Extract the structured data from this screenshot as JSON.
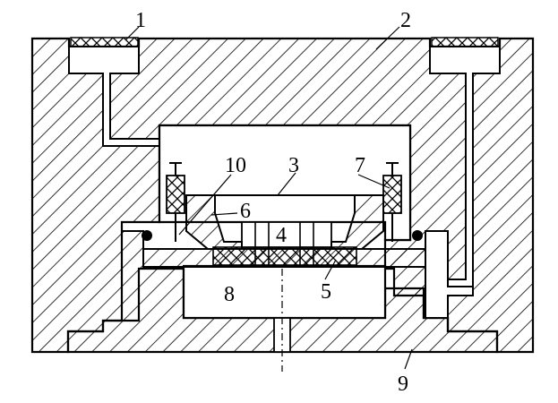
{
  "callouts": [
    {
      "id": "1",
      "text": "1"
    },
    {
      "id": "2",
      "text": "2"
    },
    {
      "id": "3",
      "text": "3"
    },
    {
      "id": "4",
      "text": "4"
    },
    {
      "id": "5",
      "text": "5"
    },
    {
      "id": "6",
      "text": "6"
    },
    {
      "id": "7",
      "text": "7"
    },
    {
      "id": "8",
      "text": "8"
    },
    {
      "id": "9",
      "text": "9"
    },
    {
      "id": "10",
      "text": "10"
    }
  ],
  "colors": {
    "line": "#000000",
    "background": "#ffffff"
  }
}
